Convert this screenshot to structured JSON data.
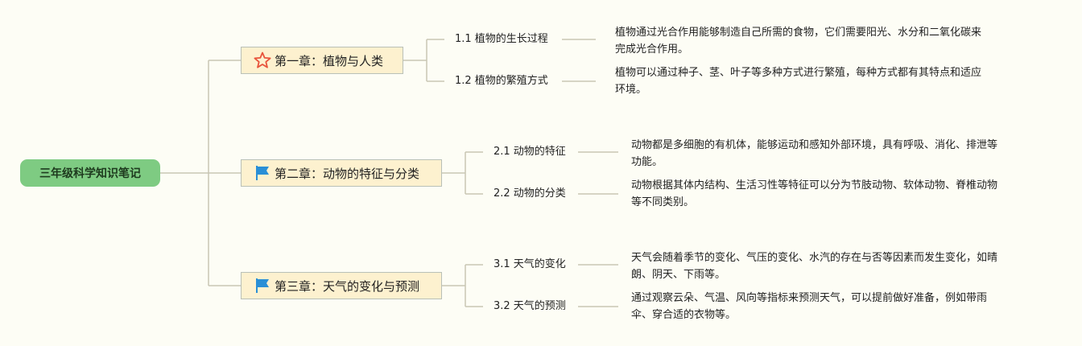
{
  "root": {
    "label": "三年级科学知识笔记"
  },
  "chapters": [
    {
      "icon": "star-icon",
      "label": "第一章：植物与人类",
      "sections": [
        {
          "label": "1.1 植物的生长过程",
          "desc_lines": [
            "植物通过光合作用能够制造自己所需的食物，它们需要阳光、水分和二氧化碳来",
            "完成光合作用。"
          ]
        },
        {
          "label": "1.2 植物的繁殖方式",
          "desc_lines": [
            "植物可以通过种子、茎、叶子等多种方式进行繁殖，每种方式都有其特点和适应",
            "环境。"
          ]
        }
      ]
    },
    {
      "icon": "flag-icon",
      "label": "第二章：动物的特征与分类",
      "sections": [
        {
          "label": "2.1 动物的特征",
          "desc_lines": [
            "动物都是多细胞的有机体，能够运动和感知外部环境，具有呼吸、消化、排泄等",
            "功能。"
          ]
        },
        {
          "label": "2.2 动物的分类",
          "desc_lines": [
            "动物根据其体内结构、生活习性等特征可以分为节肢动物、软体动物、脊椎动物",
            "等不同类别。"
          ]
        }
      ]
    },
    {
      "icon": "flag-icon",
      "label": "第三章：天气的变化与预测",
      "sections": [
        {
          "label": "3.1 天气的变化",
          "desc_lines": [
            "天气会随着季节的变化、气压的变化、水汽的存在与否等因素而发生变化，如晴",
            "朗、阴天、下雨等。"
          ]
        },
        {
          "label": "3.2 天气的预测",
          "desc_lines": [
            "通过观察云朵、气温、风向等指标来预测天气，可以提前做好准备，例如带雨",
            "伞、穿合适的衣物等。"
          ]
        }
      ]
    }
  ],
  "colors": {
    "root": "#7ecb82",
    "chapter_bg": "#fdf1cf",
    "line": "#c9c6b4",
    "star": "#e8543c",
    "flag": "#2a8fd6"
  }
}
